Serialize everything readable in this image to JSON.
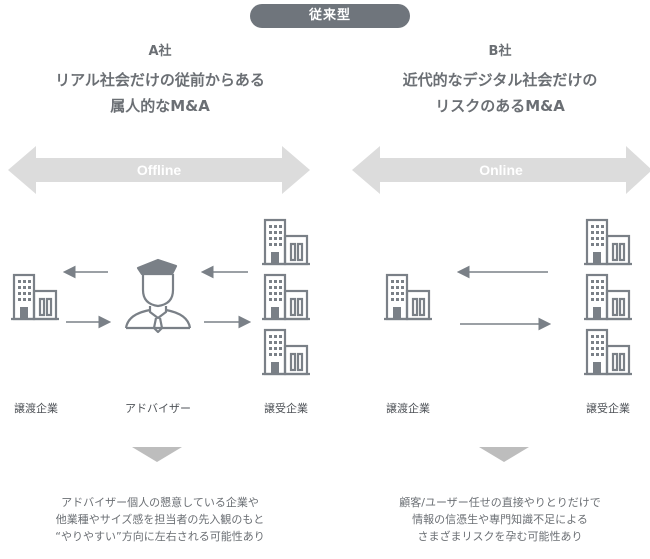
{
  "badge": "従来型",
  "panels": [
    {
      "company": "A社",
      "headline": [
        "リアル社会だけの従前からある",
        "属人的なM&A"
      ],
      "channel": "Offline",
      "seller_label": "譲渡企業",
      "middle_label": "アドバイザー",
      "buyer_label": "譲受企業",
      "description": [
        "アドバイザー個人の懇意している企業や",
        "他業種やサイズ感を担当者の先入観のもと",
        "“やりやすい”方向に左右される可能性あり"
      ]
    },
    {
      "company": "B社",
      "headline": [
        "近代的なデジタル社会だけの",
        "リスクのあるM&A"
      ],
      "channel": "Online",
      "seller_label": "譲渡企業",
      "buyer_label": "譲受企業",
      "description": [
        "顧客/ユーザー任せの直接やりとりだけで",
        "情報の信憑生や専門知識不足による",
        "さまざまリスクを孕む可能性あり"
      ]
    }
  ],
  "colors": {
    "badge_bg": "#6f757c",
    "arrow_band": "#dcdcdc",
    "icon_stroke": "#7a8087",
    "triangle": "#bdbdbd"
  }
}
